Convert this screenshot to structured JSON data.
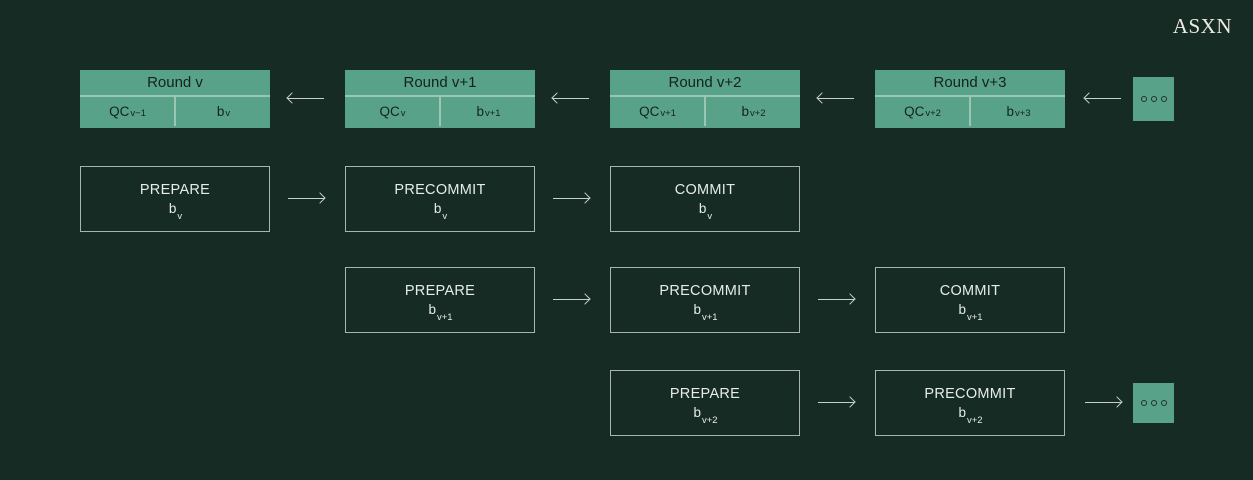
{
  "brand": "ASXN",
  "colors": {
    "background": "#162b23",
    "green": "#58a28a",
    "divider": "#9ac7b1",
    "border": "#a8b4ac",
    "arrow": "#c8d2cb",
    "text_dark": "#14231b",
    "text_light": "#e6ede8",
    "brand_text": "#eceae4",
    "dot": "#20342a"
  },
  "rounds": [
    {
      "title": "Round v",
      "qc_main": "QC",
      "qc_sub": "v−1",
      "b_main": "b",
      "b_sub": "v"
    },
    {
      "title": "Round v+1",
      "qc_main": "QC",
      "qc_sub": "v",
      "b_main": "b",
      "b_sub": "v+1"
    },
    {
      "title": "Round v+2",
      "qc_main": "QC",
      "qc_sub": "v+1",
      "b_main": "b",
      "b_sub": "v+2"
    },
    {
      "title": "Round v+3",
      "qc_main": "QC",
      "qc_sub": "v+2",
      "b_main": "b",
      "b_sub": "v+3"
    }
  ],
  "phases": {
    "rows": [
      [
        {
          "phase": "PREPARE",
          "block_main": "b",
          "block_sub": "v"
        },
        {
          "phase": "PRECOMMIT",
          "block_main": "b",
          "block_sub": "v"
        },
        {
          "phase": "COMMIT",
          "block_main": "b",
          "block_sub": "v"
        }
      ],
      [
        {
          "phase": "PREPARE",
          "block_main": "b",
          "block_sub": "v+1"
        },
        {
          "phase": "PRECOMMIT",
          "block_main": "b",
          "block_sub": "v+1"
        },
        {
          "phase": "COMMIT",
          "block_main": "b",
          "block_sub": "v+1"
        }
      ],
      [
        {
          "phase": "PREPARE",
          "block_main": "b",
          "block_sub": "v+2"
        },
        {
          "phase": "PRECOMMIT",
          "block_main": "b",
          "block_sub": "v+2"
        }
      ]
    ]
  }
}
